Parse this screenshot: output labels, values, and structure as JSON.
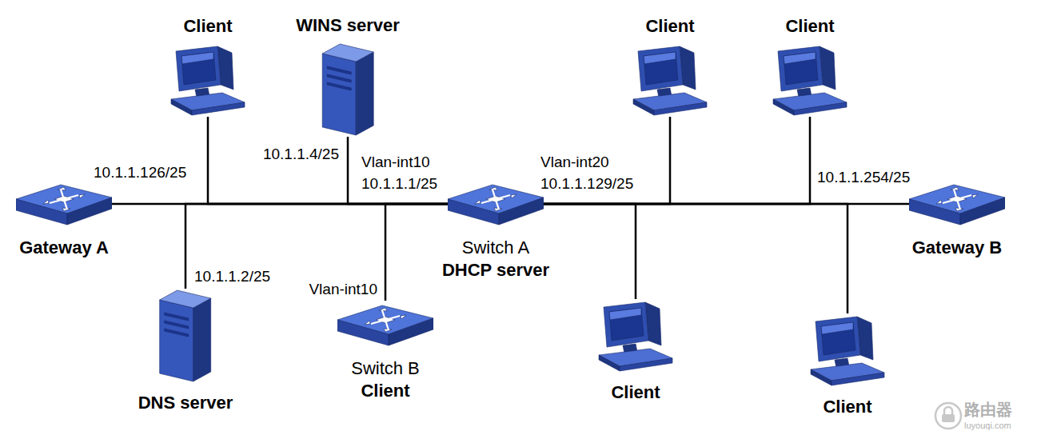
{
  "diagram": {
    "nodes": [
      {
        "text": [
          "Client"
        ]
      },
      {
        "text": [
          "WINS server"
        ]
      },
      {
        "text": [
          "Client"
        ]
      },
      {
        "text": [
          "Client"
        ]
      },
      {
        "text": [
          "Gateway A"
        ]
      },
      {
        "text": [
          "Switch A",
          "DHCP server"
        ]
      },
      {
        "text": [
          "Gateway B"
        ]
      },
      {
        "text": [
          "DNS server"
        ]
      },
      {
        "text": [
          "Switch B",
          "Client"
        ]
      },
      {
        "text": [
          "Client"
        ]
      },
      {
        "text": [
          "Client"
        ]
      }
    ],
    "edges": [
      {
        "from": 4,
        "to": 5,
        "arrow": "none"
      },
      {
        "from": 0,
        "to": 5,
        "arrow": "none"
      },
      {
        "from": 1,
        "to": 5,
        "arrow": "none"
      },
      {
        "from": 7,
        "to": 5,
        "arrow": "none"
      },
      {
        "from": 8,
        "to": 5,
        "arrow": "none"
      },
      {
        "from": 5,
        "to": 6,
        "arrow": "none"
      },
      {
        "from": 2,
        "to": 5,
        "arrow": "none"
      },
      {
        "from": 3,
        "to": 5,
        "arrow": "none"
      },
      {
        "from": 9,
        "to": 5,
        "arrow": "none"
      },
      {
        "from": 10,
        "to": 5,
        "arrow": "none"
      }
    ],
    "labels": [
      "10.1.1.126/25",
      "10.1.1.4/25",
      "Vlan-int10",
      "10.1.1.1/25",
      "Vlan-int20",
      "10.1.1.129/25",
      "10.1.1.254/25",
      "10.1.1.2/25",
      "Vlan-int10",
      "路由器",
      "luyouqi.com"
    ]
  }
}
